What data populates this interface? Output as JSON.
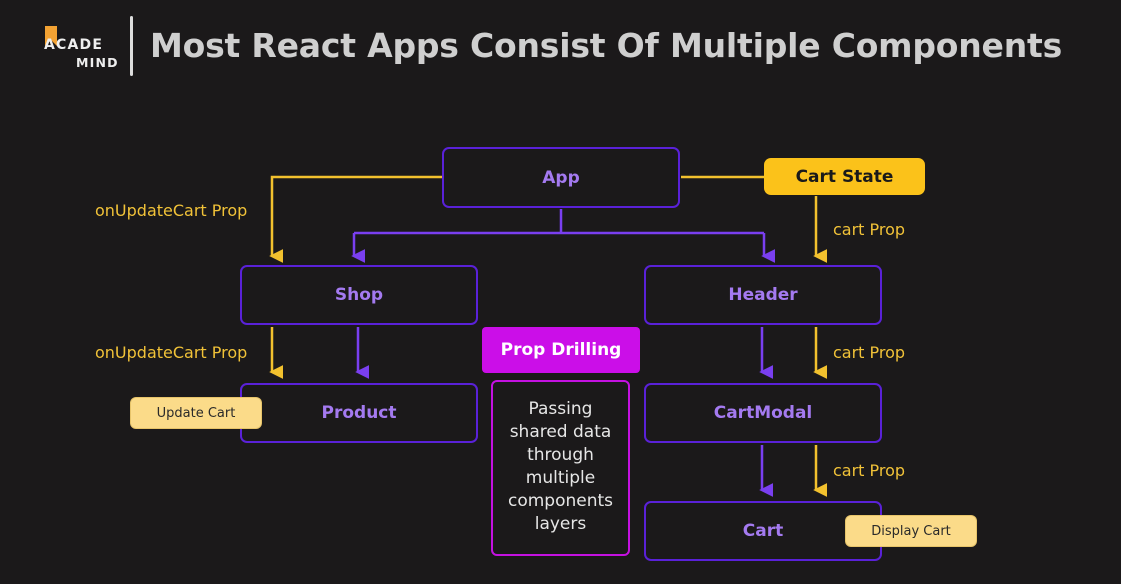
{
  "header": {
    "logo_line1": "ACADE",
    "logo_line2": "MIND",
    "title": "Most React Apps Consist Of Multiple Components"
  },
  "components": {
    "app": "App",
    "shop": "Shop",
    "header": "Header",
    "product": "Product",
    "cart_modal": "CartModal",
    "cart": "Cart"
  },
  "state": {
    "cart_state": "Cart State"
  },
  "prop_labels": {
    "on_update_cart_1": "onUpdateCart Prop",
    "on_update_cart_2": "onUpdateCart Prop",
    "cart_prop_1": "cart Prop",
    "cart_prop_2": "cart Prop",
    "cart_prop_3": "cart Prop"
  },
  "notes": {
    "update_cart": "Update Cart",
    "display_cart": "Display Cart"
  },
  "callout": {
    "title": "Prop Drilling",
    "description": "Passing shared data through multiple components layers"
  },
  "colors": {
    "background": "#1b191a",
    "component_border": "#5a21d8",
    "component_text": "#a47af0",
    "prop_arrow": "#f2c12e",
    "child_arrow": "#7a3ff0",
    "cart_state_fill": "#fbc21a",
    "callout_fill": "#cb0ee8"
  }
}
